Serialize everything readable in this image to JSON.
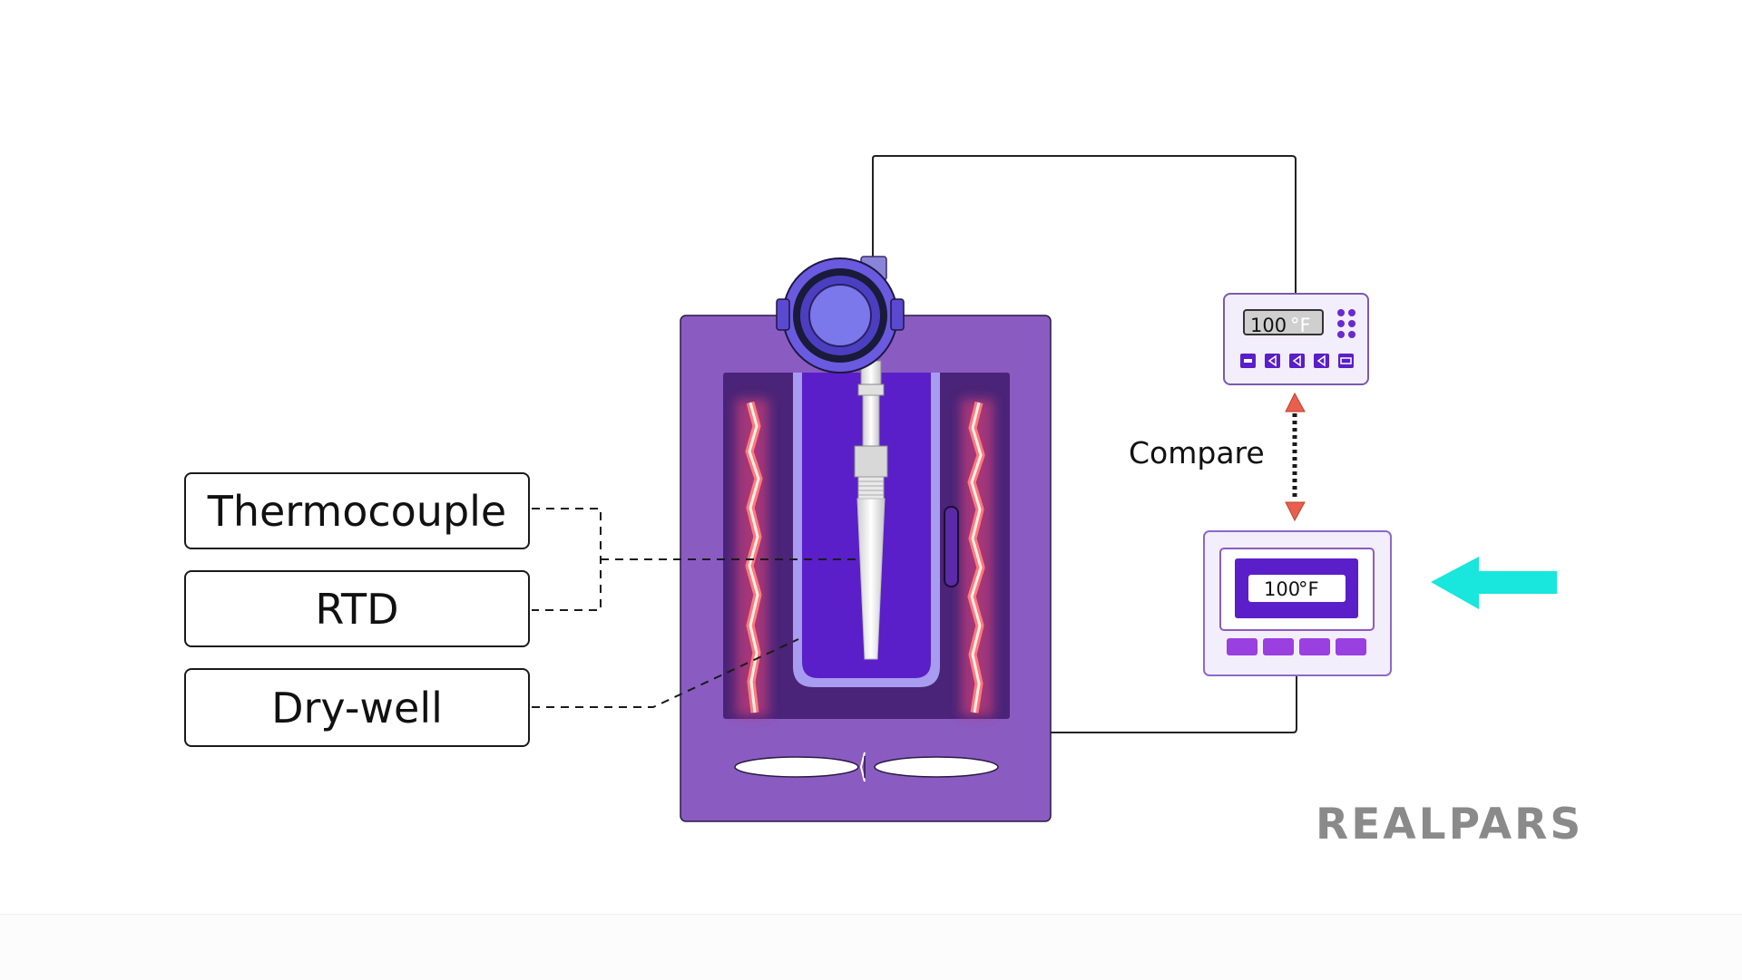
{
  "labels": {
    "thermocouple": "Thermocouple",
    "rtd": "RTD",
    "dry_well": "Dry-well"
  },
  "compare_label": "Compare",
  "reference_display": {
    "value": "100",
    "unit": "°F"
  },
  "calibrator_display": {
    "value": "100",
    "unit": "°F"
  },
  "brand": "REALPARS",
  "colors": {
    "housing": "#8a5cc2",
    "cavity": "#4a2478",
    "well_fill": "#5a1fc8",
    "transmitter": "#6a5ae0",
    "heater_glow": "#ff5a5a",
    "compare_arrow": "#e8604c",
    "cyan_arrow": "#19e6dc",
    "button_purple": "#9a3fe0",
    "brand_gray": "#8a8a8a"
  },
  "icons": {
    "fan": "fan-blade-icon",
    "arrow": "cyan-arrow-left-icon",
    "compare": "double-arrow-vertical-icon"
  }
}
